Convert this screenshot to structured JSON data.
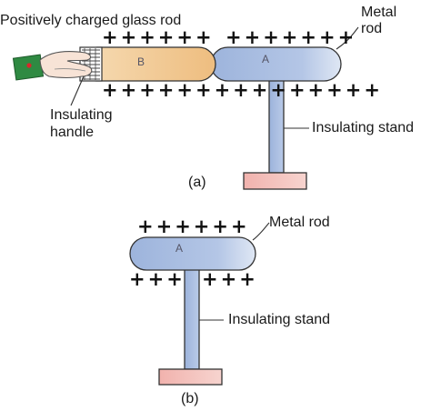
{
  "diagram_a": {
    "glass_rod_label": "Positively charged glass rod",
    "metal_rod_label_line1": "Metal",
    "metal_rod_label_line2": "rod",
    "insulating_handle_line1": "Insulating",
    "insulating_handle_line2": "handle",
    "insulating_stand_label": "Insulating stand",
    "end_b_letter": "B",
    "end_a_letter": "A",
    "top_charges_left": "++++++",
    "top_charges_right": "+++++++",
    "bottom_charges": "+++++++++++++++",
    "caption": "(a)"
  },
  "diagram_b": {
    "metal_rod_label": "Metal rod",
    "end_a_letter": "A",
    "top_charges": "++++++",
    "bottom_charges_left": "+++",
    "bottom_charges_right": "+++",
    "insulating_stand_label": "Insulating stand",
    "caption": "(b)"
  },
  "colors": {
    "glass_rod": "#f2c78e",
    "metal_rod": "#9fb6dc",
    "stand": "#a9bfe0",
    "base": "#f1b8b4",
    "sleeve": "#2f8a42"
  }
}
